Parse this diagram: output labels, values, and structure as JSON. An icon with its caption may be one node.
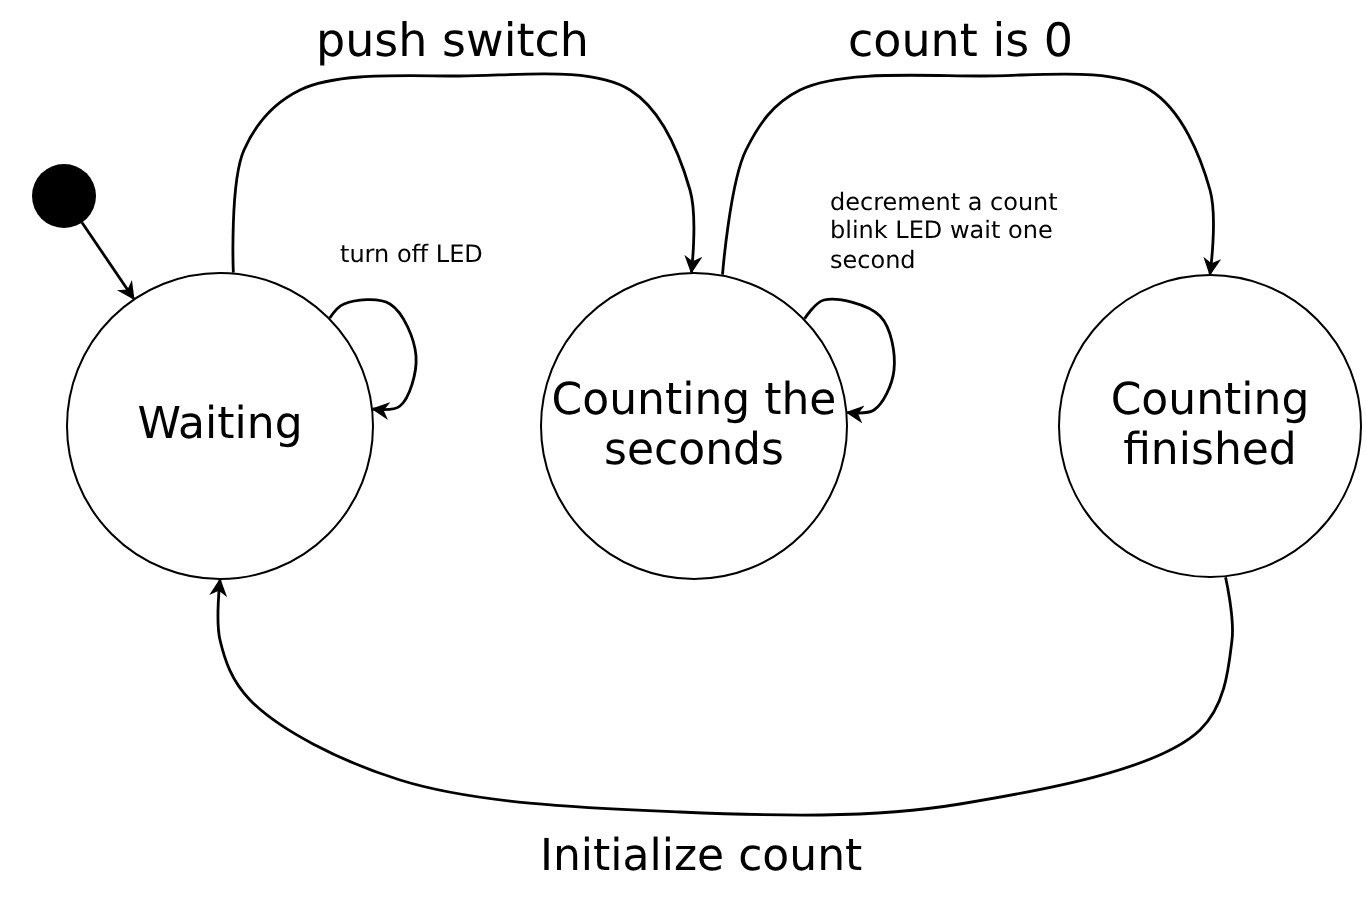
{
  "diagram": {
    "nodes": [
      {
        "text": [],
        "shape": "circle"
      },
      {
        "text": [
          "Waiting"
        ]
      },
      {
        "text": [
          "Counting the seconds"
        ]
      },
      {
        "text": [
          "Counting finished"
        ]
      }
    ],
    "edges": [
      {
        "from": 0,
        "to": 1,
        "arrow": "to"
      },
      {
        "from": 1,
        "to": 2,
        "arrow": "to",
        "label": "push switch"
      },
      {
        "from": 1,
        "to": 1,
        "arrow": "to",
        "label": "turn off LED"
      },
      {
        "from": 2,
        "to": 2,
        "arrow": "to",
        "label": "decrement a count blink LED wait one second"
      },
      {
        "from": 2,
        "to": 3,
        "arrow": "to",
        "label": "count is 0"
      },
      {
        "from": 3,
        "to": 1,
        "arrow": "to",
        "label": "Initialize count"
      }
    ]
  }
}
